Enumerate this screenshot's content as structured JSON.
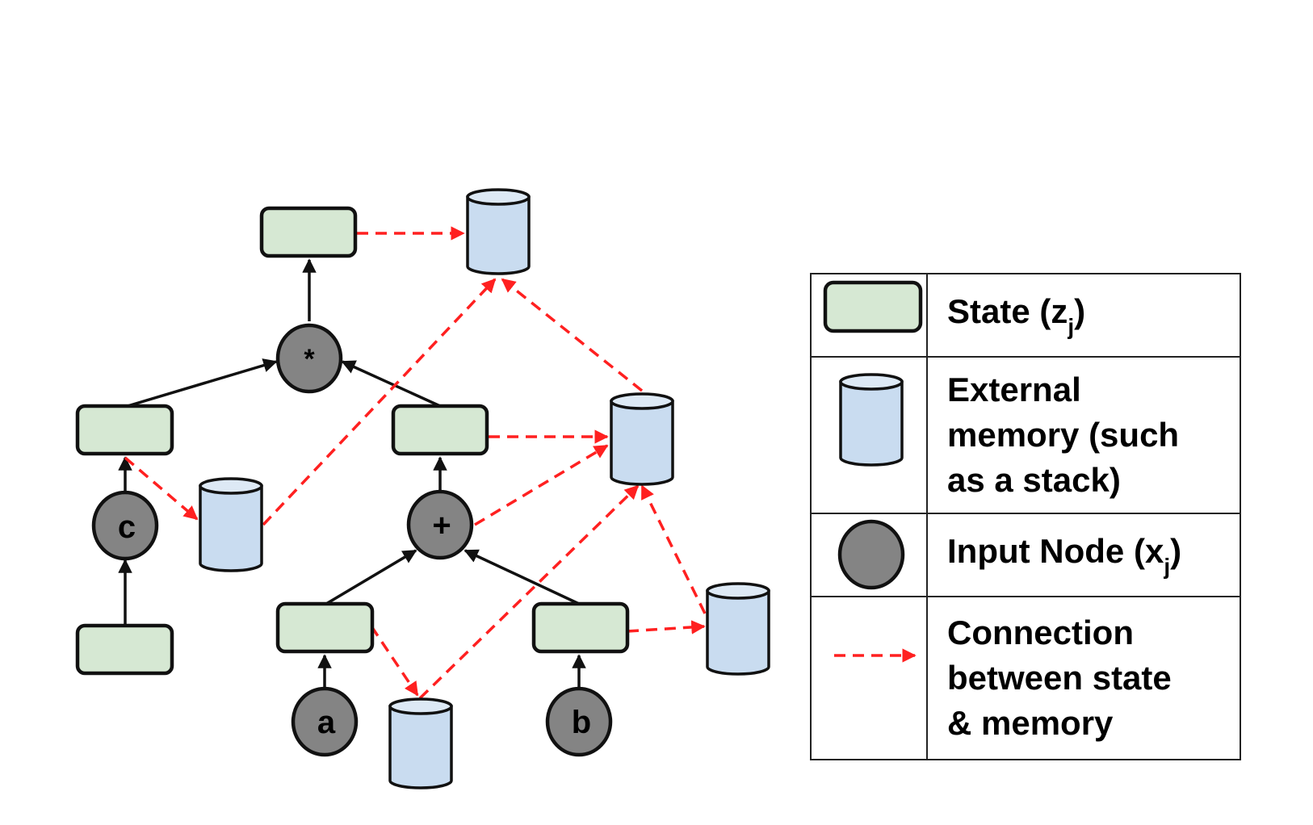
{
  "nodes": {
    "mult_op": "*",
    "plus_op": "+",
    "input_c": "c",
    "input_a": "a",
    "input_b": "b"
  },
  "legend": {
    "state": {
      "prefix": "State (",
      "var": "z",
      "sub": "j",
      "suffix": ")"
    },
    "memory": {
      "lines": [
        "External",
        "memory (such",
        "as a stack)"
      ]
    },
    "input": {
      "prefix": "Input Node (",
      "var": "x",
      "sub": "j",
      "suffix": ")"
    },
    "connection": {
      "lines": [
        "Connection",
        "between state",
        "& memory"
      ]
    }
  },
  "colors": {
    "state_fill": "#d6e8d3",
    "memory_fill": "#c9dcf0",
    "memory_top": "#dde9f5",
    "input_fill": "#848484",
    "connection": "#ff2020",
    "outline": "#111111"
  }
}
